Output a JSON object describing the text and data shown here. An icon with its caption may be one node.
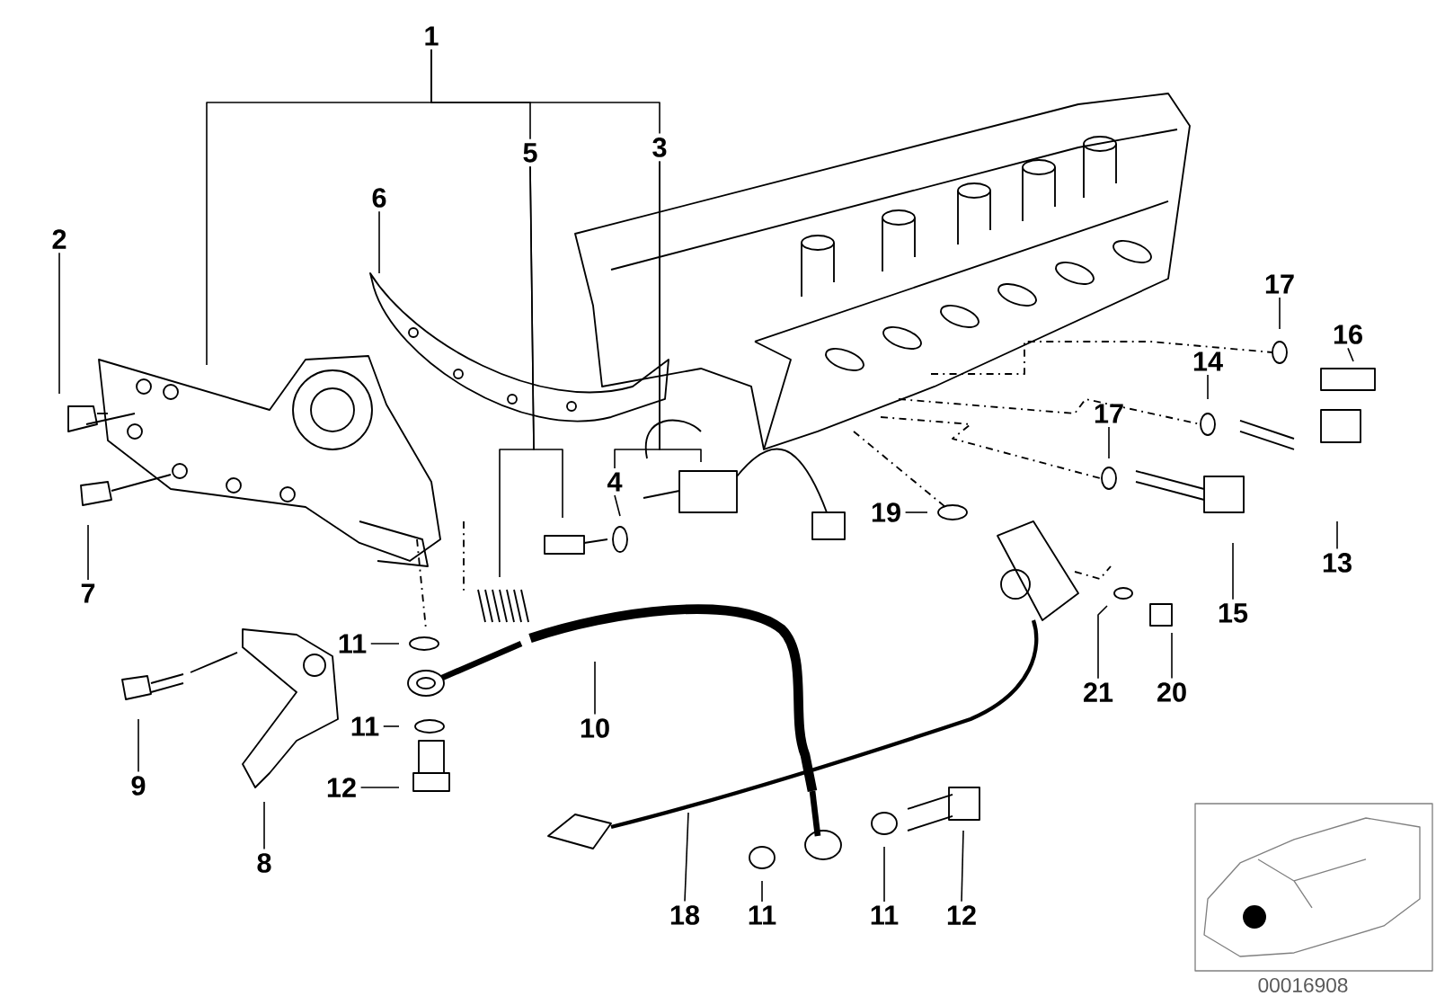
{
  "diagram": {
    "nodes": [
      {
        "text": [
          "1"
        ]
      },
      {
        "text": [
          "5"
        ]
      },
      {
        "text": [
          "3"
        ]
      },
      {
        "text": [
          "6"
        ]
      },
      {
        "text": [
          "2"
        ]
      },
      {
        "text": [
          "17"
        ]
      },
      {
        "text": [
          "16"
        ]
      },
      {
        "text": [
          "14"
        ]
      },
      {
        "text": [
          "17"
        ]
      },
      {
        "text": [
          "4"
        ]
      },
      {
        "text": [
          "19"
        ]
      },
      {
        "text": [
          "13"
        ]
      },
      {
        "text": [
          "7"
        ]
      },
      {
        "text": [
          "15"
        ]
      },
      {
        "text": [
          "11"
        ]
      },
      {
        "text": [
          "21"
        ]
      },
      {
        "text": [
          "20"
        ]
      },
      {
        "text": [
          "11"
        ]
      },
      {
        "text": [
          "10"
        ]
      },
      {
        "text": [
          "9"
        ]
      },
      {
        "text": [
          "12"
        ]
      },
      {
        "text": [
          "8"
        ]
      },
      {
        "text": [
          "18"
        ]
      },
      {
        "text": [
          "11"
        ]
      },
      {
        "text": [
          "11"
        ]
      },
      {
        "text": [
          "12"
        ]
      }
    ],
    "edges": [
      {
        "from": 0,
        "to": null,
        "arrow": "none"
      },
      {
        "from": 0,
        "to": 1,
        "arrow": "none"
      },
      {
        "from": 0,
        "to": 2,
        "arrow": "none"
      },
      {
        "from": 4,
        "to": null,
        "arrow": "none"
      },
      {
        "from": 2,
        "to": 9,
        "arrow": "none"
      },
      {
        "from": 2,
        "to": null,
        "arrow": "none"
      },
      {
        "from": 9,
        "to": null,
        "arrow": "none"
      },
      {
        "from": 1,
        "to": null,
        "arrow": "none"
      },
      {
        "from": 1,
        "to": null,
        "arrow": "none"
      },
      {
        "from": 3,
        "to": null,
        "arrow": "none"
      },
      {
        "from": 12,
        "to": null,
        "arrow": "none"
      },
      {
        "from": 21,
        "to": null,
        "arrow": "none"
      },
      {
        "from": 19,
        "to": null,
        "arrow": "none"
      },
      {
        "from": 18,
        "to": null,
        "arrow": "none"
      },
      {
        "from": 14,
        "to": null,
        "arrow": "none"
      },
      {
        "from": 17,
        "to": null,
        "arrow": "none"
      },
      {
        "from": 20,
        "to": null,
        "arrow": "none"
      },
      {
        "from": 23,
        "to": null,
        "arrow": "none"
      },
      {
        "from": 24,
        "to": null,
        "arrow": "none"
      },
      {
        "from": 25,
        "to": null,
        "arrow": "none"
      },
      {
        "from": 11,
        "to": null,
        "arrow": "none"
      },
      {
        "from": 7,
        "to": null,
        "arrow": "none"
      },
      {
        "from": 13,
        "to": null,
        "arrow": "none"
      },
      {
        "from": 6,
        "to": null,
        "arrow": "none"
      },
      {
        "from": 5,
        "to": null,
        "arrow": "none"
      },
      {
        "from": 8,
        "to": null,
        "arrow": "none"
      },
      {
        "from": 22,
        "to": null,
        "arrow": "none"
      },
      {
        "from": 10,
        "to": null,
        "arrow": "none"
      },
      {
        "from": 16,
        "to": null,
        "arrow": "none"
      },
      {
        "from": 15,
        "to": null,
        "arrow": "none"
      }
    ],
    "labels": [
      "00016908"
    ]
  }
}
